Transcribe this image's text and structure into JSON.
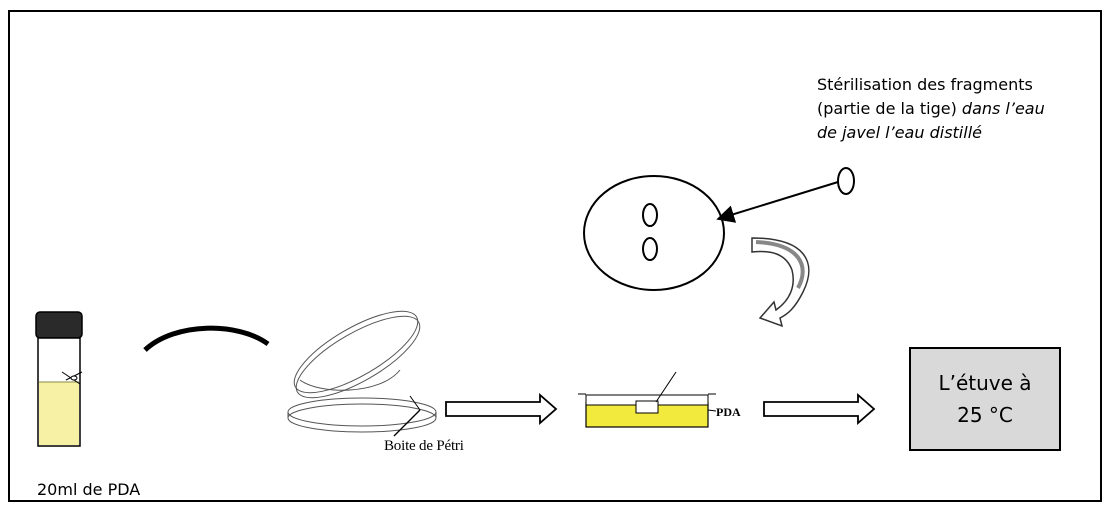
{
  "diagram": {
    "sterilization_text": {
      "line1": "Stérilisation des fragments",
      "line2_plain": "(partie de la tige) ",
      "line2_italic": "dans l’eau",
      "line3_italic": "de javel  l’eau distillé"
    },
    "vial_label": "20ml de PDA",
    "petri_label": "Boite de Pétri",
    "pda_label": "PDA",
    "incubator": {
      "line1": "L’étuve à",
      "line2": "25 °C"
    },
    "colors": {
      "pda_medium": "#f2ea3c",
      "vial_liquid": "#f7f1a6",
      "incubator_fill": "#d9d9d9",
      "outline": "#000000"
    }
  }
}
